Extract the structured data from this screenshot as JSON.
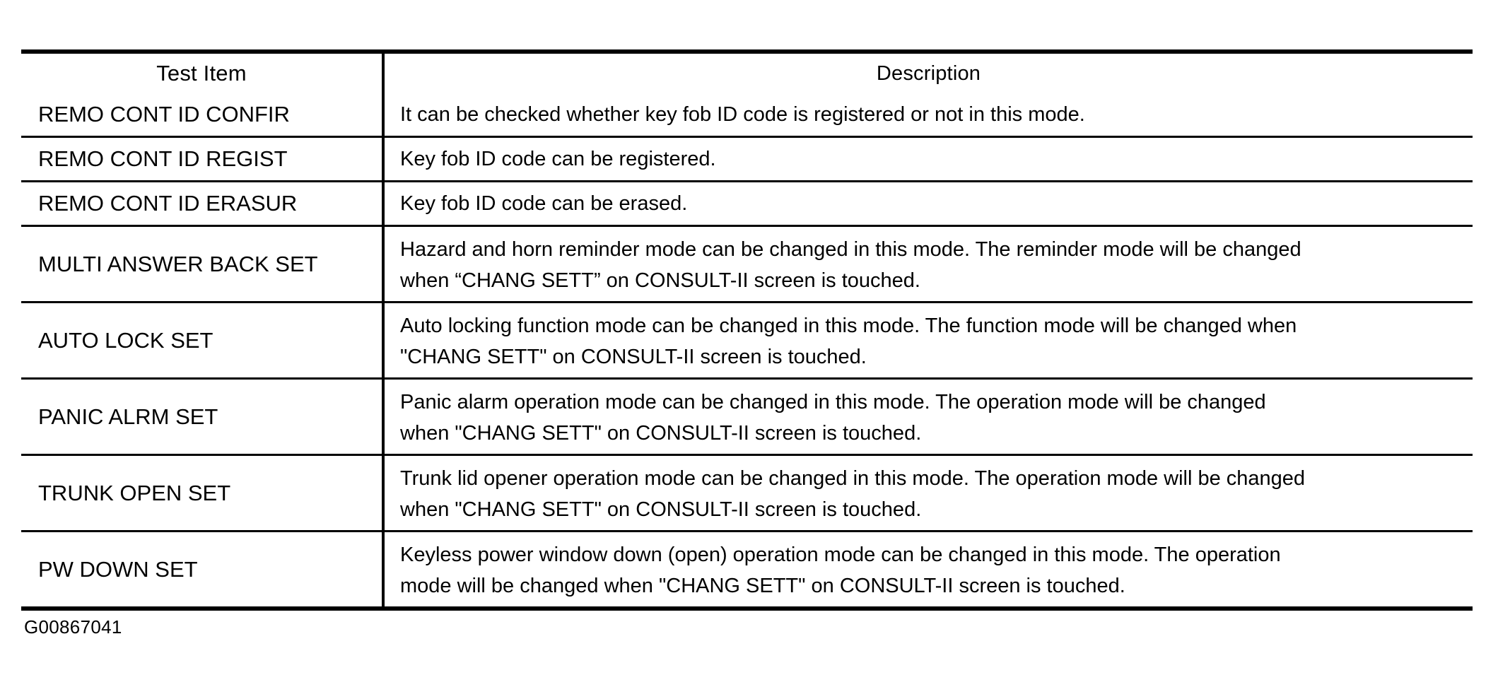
{
  "table": {
    "columns": [
      {
        "key": "test_item",
        "header": "Test Item"
      },
      {
        "key": "description",
        "header": "Description"
      }
    ],
    "rows": [
      {
        "test_item": "REMO CONT ID CONFIR",
        "description_lines": [
          "It can be checked whether key fob ID code is registered or not in this mode."
        ]
      },
      {
        "test_item": "REMO CONT ID REGIST",
        "description_lines": [
          "Key fob ID code can be registered."
        ]
      },
      {
        "test_item": "REMO CONT ID ERASUR",
        "description_lines": [
          "Key fob ID code can be erased."
        ]
      },
      {
        "test_item": "MULTI ANSWER BACK SET",
        "description_lines": [
          "Hazard and horn reminder mode can be changed in this mode. The reminder mode will be changed",
          "when “CHANG SETT” on CONSULT-II screen is touched."
        ]
      },
      {
        "test_item": "AUTO LOCK SET",
        "description_lines": [
          "Auto locking function mode can be changed in this mode. The function mode will be changed when",
          "\"CHANG SETT\" on CONSULT-II screen is touched."
        ]
      },
      {
        "test_item": "PANIC ALRM SET",
        "description_lines": [
          "Panic alarm operation mode can be changed in this mode. The operation mode will be changed",
          "when \"CHANG SETT\" on CONSULT-II screen is touched."
        ]
      },
      {
        "test_item": "TRUNK OPEN SET",
        "description_lines": [
          "Trunk lid opener operation mode can be changed in this mode. The operation mode will be changed",
          "when \"CHANG SETT\" on CONSULT-II screen is touched."
        ]
      },
      {
        "test_item": "PW DOWN SET",
        "description_lines": [
          "Keyless power window down (open) operation mode can be changed in this mode. The operation",
          "mode will be changed when \"CHANG SETT\" on CONSULT-II screen is touched."
        ]
      }
    ]
  },
  "caption": "G00867041",
  "colors": {
    "ink": "#000000",
    "paper": "#ffffff"
  }
}
